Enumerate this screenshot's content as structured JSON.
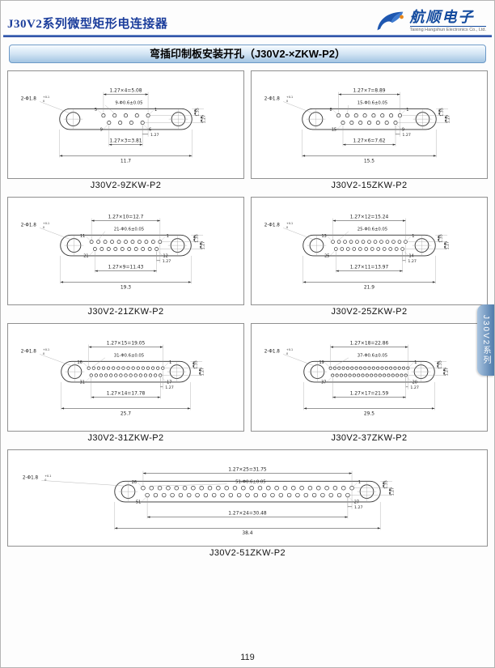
{
  "header": {
    "title": "J30V2系列微型矩形电连接器",
    "logo_text": "航顺电子",
    "logo_sub": "Taixing Hangshun Electronics Co., Ltd."
  },
  "section": {
    "title": "弯插印制板安装开孔（J30V2-×ZKW-P2）"
  },
  "side_tab": {
    "label": "J30V2系列"
  },
  "footer": {
    "page_number": "119"
  },
  "colors": {
    "header_blue": "#1c3e9c",
    "bar_border": "#6d9ac8",
    "tab_blue": "#4f7bab"
  },
  "drawing_common": {
    "corner_label": "2-Φ1.8",
    "corner_tol_sup": "+0.1",
    "corner_tol_sub": "0",
    "dim_side_outer": "1.35",
    "dim_side_inner": "1.27",
    "dim_pitch": "1.27"
  },
  "panels": [
    {
      "caption": "J30V2-9ZKW-P2",
      "top_holes": 5,
      "bottom_holes": 4,
      "top_dim": "1.27×4=5.08",
      "holes_label": "9-Φ0.6±0.05",
      "pin_tl": "5",
      "pin_tr": "1",
      "pin_bl": "9",
      "pin_br": "6",
      "bottom_dim": "1.27×3=3.81",
      "total_dim": "11.7"
    },
    {
      "caption": "J30V2-15ZKW-P2",
      "top_holes": 8,
      "bottom_holes": 7,
      "top_dim": "1.27×7=8.89",
      "holes_label": "15-Φ0.6±0.05",
      "pin_tl": "8",
      "pin_tr": "1",
      "pin_bl": "15",
      "pin_br": "9",
      "bottom_dim": "1.27×6=7.62",
      "total_dim": "15.5"
    },
    {
      "caption": "J30V2-21ZKW-P2",
      "top_holes": 11,
      "bottom_holes": 10,
      "top_dim": "1.27×10=12.7",
      "holes_label": "21-Φ0.6±0.05",
      "pin_tl": "11",
      "pin_tr": "1",
      "pin_bl": "21",
      "pin_br": "12",
      "bottom_dim": "1.27×9=11.43",
      "total_dim": "19.3"
    },
    {
      "caption": "J30V2-25ZKW-P2",
      "top_holes": 13,
      "bottom_holes": 12,
      "top_dim": "1.27×12=15.24",
      "holes_label": "25-Φ0.6±0.05",
      "pin_tl": "13",
      "pin_tr": "1",
      "pin_bl": "25",
      "pin_br": "14",
      "bottom_dim": "1.27×11=13.97",
      "total_dim": "21.9"
    },
    {
      "caption": "J30V2-31ZKW-P2",
      "top_holes": 16,
      "bottom_holes": 15,
      "top_dim": "1.27×15=19.05",
      "holes_label": "31-Φ0.6±0.05",
      "pin_tl": "16",
      "pin_tr": "1",
      "pin_bl": "31",
      "pin_br": "17",
      "bottom_dim": "1.27×14=17.78",
      "total_dim": "25.7"
    },
    {
      "caption": "J30V2-37ZKW-P2",
      "top_holes": 19,
      "bottom_holes": 18,
      "top_dim": "1.27×18=22.86",
      "holes_label": "37-Φ0.6±0.05",
      "pin_tl": "19",
      "pin_tr": "1",
      "pin_bl": "37",
      "pin_br": "20",
      "bottom_dim": "1.27×17=21.59",
      "total_dim": "29.5"
    },
    {
      "caption": "J30V2-51ZKW-P2",
      "top_holes": 26,
      "bottom_holes": 25,
      "top_dim": "1.27×25=31.75",
      "holes_label": "51-Φ0.6±0.05",
      "pin_tl": "26",
      "pin_tr": "1",
      "pin_bl": "51",
      "pin_br": "27",
      "bottom_dim": "1.27×24=30.48",
      "total_dim": "38.4"
    }
  ]
}
